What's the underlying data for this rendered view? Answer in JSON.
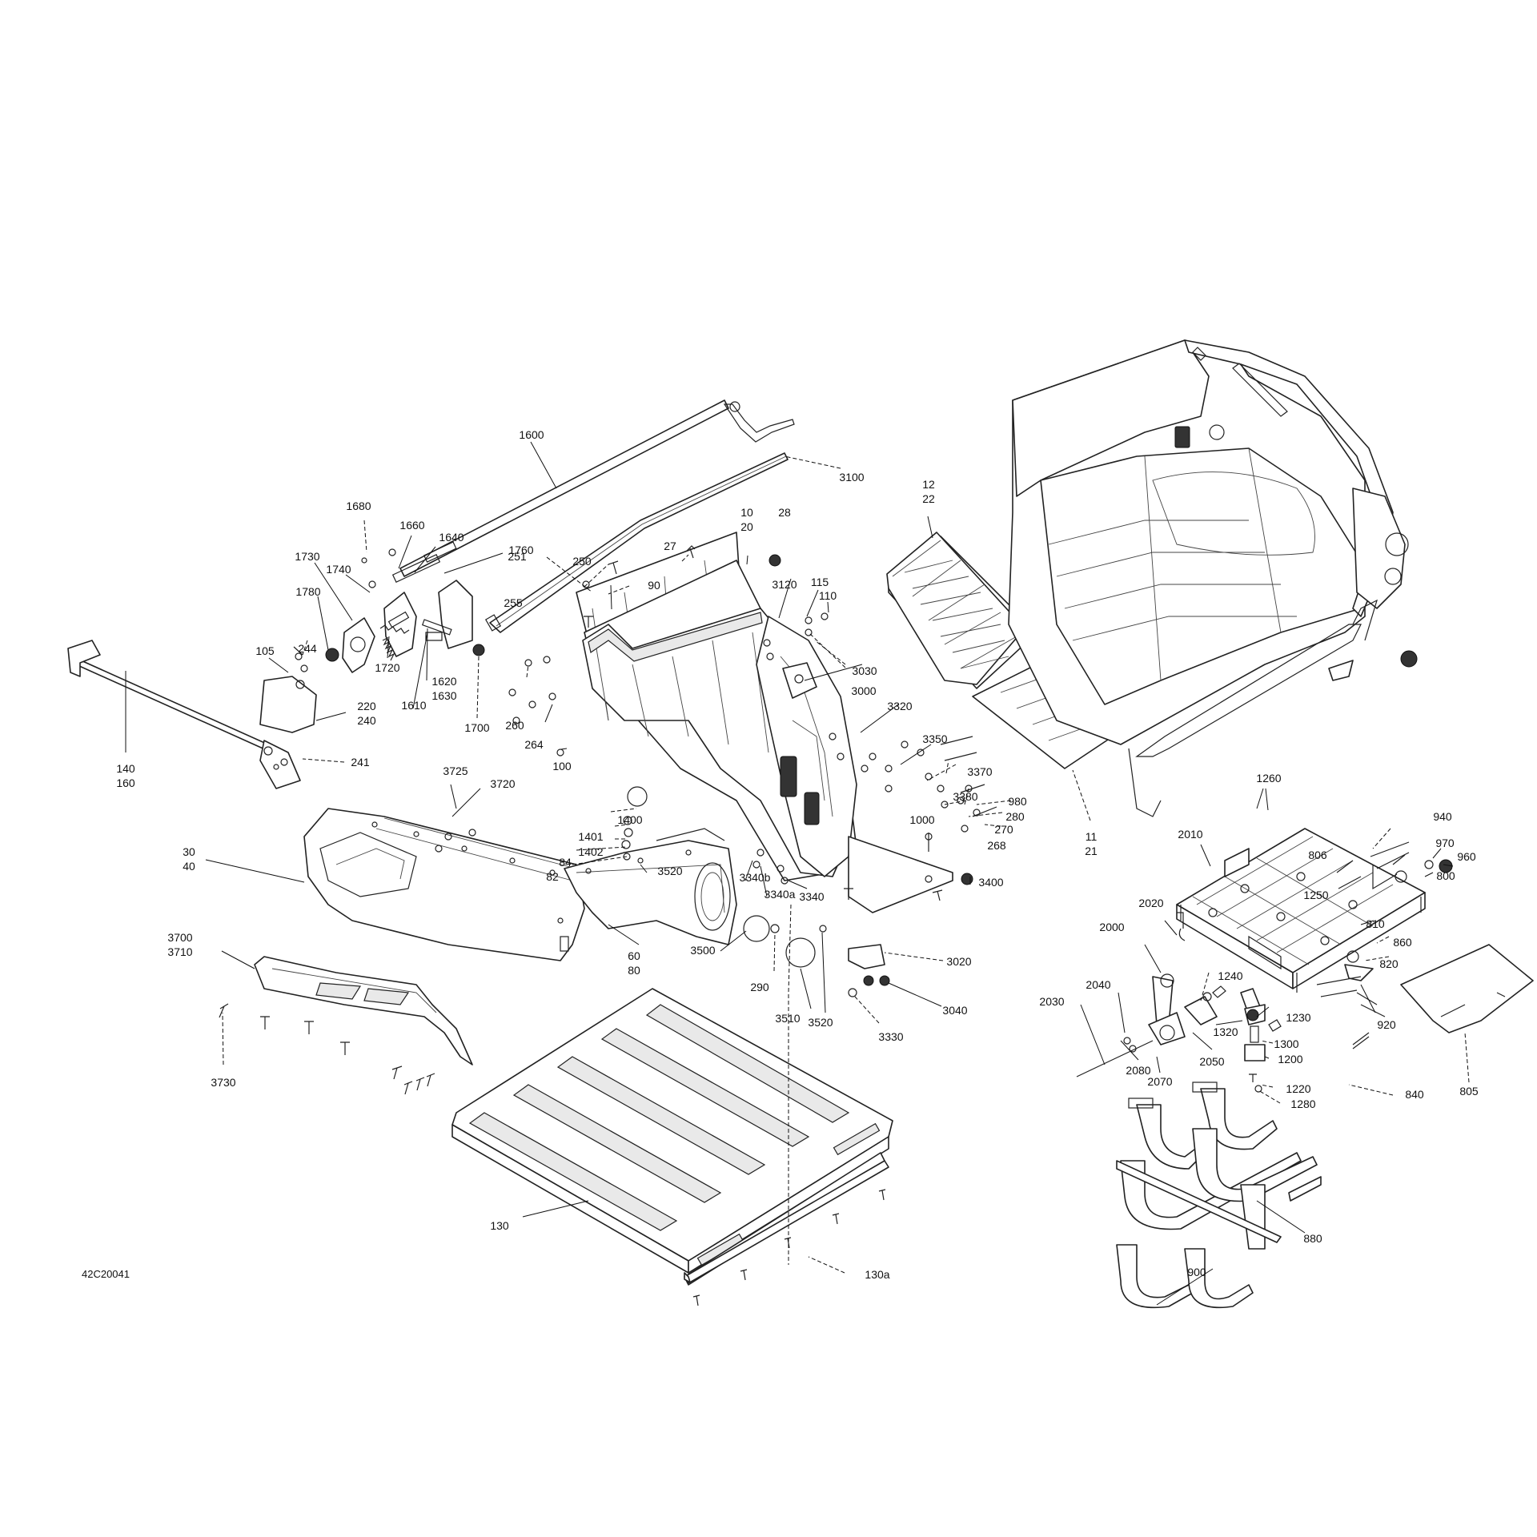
{
  "diagram": {
    "drawing_code": "42C20041",
    "callouts": [
      {
        "id": "c1600",
        "lines": [
          "1600"
        ]
      },
      {
        "id": "c3100",
        "lines": [
          "3100"
        ]
      },
      {
        "id": "c1680",
        "lines": [
          "1680"
        ]
      },
      {
        "id": "c1660",
        "lines": [
          "1660"
        ]
      },
      {
        "id": "c1640",
        "lines": [
          "1640"
        ]
      },
      {
        "id": "c1760",
        "lines": [
          "1760"
        ]
      },
      {
        "id": "c1730",
        "lines": [
          "1730"
        ]
      },
      {
        "id": "c1740",
        "lines": [
          "1740"
        ]
      },
      {
        "id": "c1780",
        "lines": [
          "1780"
        ]
      },
      {
        "id": "c105",
        "lines": [
          "105"
        ]
      },
      {
        "id": "c244",
        "lines": [
          "244"
        ]
      },
      {
        "id": "c1720",
        "lines": [
          "1720"
        ]
      },
      {
        "id": "c1620",
        "lines": [
          "1620",
          "1630"
        ]
      },
      {
        "id": "c1610",
        "lines": [
          "1610"
        ]
      },
      {
        "id": "c1700",
        "lines": [
          "1700"
        ]
      },
      {
        "id": "c220",
        "lines": [
          "220",
          "240"
        ]
      },
      {
        "id": "c241",
        "lines": [
          "241"
        ]
      },
      {
        "id": "c140",
        "lines": [
          "140",
          "160"
        ]
      },
      {
        "id": "c10",
        "lines": [
          "10",
          "20"
        ]
      },
      {
        "id": "c28",
        "lines": [
          "28"
        ]
      },
      {
        "id": "c27",
        "lines": [
          "27"
        ]
      },
      {
        "id": "c250",
        "lines": [
          "250"
        ]
      },
      {
        "id": "c90",
        "lines": [
          "90"
        ]
      },
      {
        "id": "c3120",
        "lines": [
          "3120"
        ]
      },
      {
        "id": "c115",
        "lines": [
          "115"
        ]
      },
      {
        "id": "c110",
        "lines": [
          "110"
        ]
      },
      {
        "id": "c251",
        "lines": [
          "251"
        ]
      },
      {
        "id": "c255",
        "lines": [
          "255"
        ]
      },
      {
        "id": "c260",
        "lines": [
          "260"
        ]
      },
      {
        "id": "c264",
        "lines": [
          "264"
        ]
      },
      {
        "id": "c100",
        "lines": [
          "100"
        ]
      },
      {
        "id": "c3030",
        "lines": [
          "3030"
        ]
      },
      {
        "id": "c3000",
        "lines": [
          "3000"
        ]
      },
      {
        "id": "c3320",
        "lines": [
          "3320"
        ]
      },
      {
        "id": "c3350",
        "lines": [
          "3350"
        ]
      },
      {
        "id": "c3370",
        "lines": [
          "3370"
        ]
      },
      {
        "id": "c3380",
        "lines": [
          "3380"
        ]
      },
      {
        "id": "c980",
        "lines": [
          "980"
        ]
      },
      {
        "id": "c1000",
        "lines": [
          "1000"
        ]
      },
      {
        "id": "c280",
        "lines": [
          "280"
        ]
      },
      {
        "id": "c270",
        "lines": [
          "270"
        ]
      },
      {
        "id": "c268",
        "lines": [
          "268"
        ]
      },
      {
        "id": "c12",
        "lines": [
          "12",
          "22"
        ]
      },
      {
        "id": "c11",
        "lines": [
          "11",
          "21"
        ]
      },
      {
        "id": "c3725",
        "lines": [
          "3725"
        ]
      },
      {
        "id": "c3720",
        "lines": [
          "3720"
        ]
      },
      {
        "id": "c1400",
        "lines": [
          "1400"
        ]
      },
      {
        "id": "c1401",
        "lines": [
          "1401"
        ]
      },
      {
        "id": "c1402",
        "lines": [
          "1402"
        ]
      },
      {
        "id": "c84",
        "lines": [
          "84"
        ]
      },
      {
        "id": "c82",
        "lines": [
          "82"
        ]
      },
      {
        "id": "c3520a",
        "lines": [
          "3520"
        ]
      },
      {
        "id": "c30",
        "lines": [
          "30",
          "40"
        ]
      },
      {
        "id": "c3340b",
        "lines": [
          "3340b"
        ]
      },
      {
        "id": "c3340a",
        "lines": [
          "3340a"
        ]
      },
      {
        "id": "c3340",
        "lines": [
          "3340"
        ]
      },
      {
        "id": "c3400",
        "lines": [
          "3400"
        ]
      },
      {
        "id": "c3700",
        "lines": [
          "3700",
          "3710"
        ]
      },
      {
        "id": "c60",
        "lines": [
          "60",
          "80"
        ]
      },
      {
        "id": "c3500",
        "lines": [
          "3500"
        ]
      },
      {
        "id": "c290",
        "lines": [
          "290"
        ]
      },
      {
        "id": "c3510",
        "lines": [
          "3510"
        ]
      },
      {
        "id": "c3520b",
        "lines": [
          "3520"
        ]
      },
      {
        "id": "c3020",
        "lines": [
          "3020"
        ]
      },
      {
        "id": "c3040",
        "lines": [
          "3040"
        ]
      },
      {
        "id": "c3330",
        "lines": [
          "3330"
        ]
      },
      {
        "id": "c3730",
        "lines": [
          "3730"
        ]
      },
      {
        "id": "c130",
        "lines": [
          "130"
        ]
      },
      {
        "id": "c130a",
        "lines": [
          "130a"
        ]
      },
      {
        "id": "c1260",
        "lines": [
          "1260"
        ]
      },
      {
        "id": "c940",
        "lines": [
          "940"
        ]
      },
      {
        "id": "c2010",
        "lines": [
          "2010"
        ]
      },
      {
        "id": "c806",
        "lines": [
          "806"
        ]
      },
      {
        "id": "c970",
        "lines": [
          "970"
        ]
      },
      {
        "id": "c960",
        "lines": [
          "960"
        ]
      },
      {
        "id": "c800",
        "lines": [
          "800"
        ]
      },
      {
        "id": "c1250",
        "lines": [
          "1250"
        ]
      },
      {
        "id": "c2020",
        "lines": [
          "2020"
        ]
      },
      {
        "id": "c2000",
        "lines": [
          "2000"
        ]
      },
      {
        "id": "c810",
        "lines": [
          "810"
        ]
      },
      {
        "id": "c860",
        "lines": [
          "860"
        ]
      },
      {
        "id": "c820",
        "lines": [
          "820"
        ]
      },
      {
        "id": "c1240",
        "lines": [
          "1240"
        ]
      },
      {
        "id": "c2040",
        "lines": [
          "2040"
        ]
      },
      {
        "id": "c2030",
        "lines": [
          "2030"
        ]
      },
      {
        "id": "c1230",
        "lines": [
          "1230"
        ]
      },
      {
        "id": "c920",
        "lines": [
          "920"
        ]
      },
      {
        "id": "c1320",
        "lines": [
          "1320"
        ]
      },
      {
        "id": "c1300",
        "lines": [
          "1300"
        ]
      },
      {
        "id": "c2080",
        "lines": [
          "2080"
        ]
      },
      {
        "id": "c2050",
        "lines": [
          "2050"
        ]
      },
      {
        "id": "c1200",
        "lines": [
          "1200"
        ]
      },
      {
        "id": "c2070",
        "lines": [
          "2070"
        ]
      },
      {
        "id": "c1220",
        "lines": [
          "1220"
        ]
      },
      {
        "id": "c1280",
        "lines": [
          "1280"
        ]
      },
      {
        "id": "c840",
        "lines": [
          "840"
        ]
      },
      {
        "id": "c805",
        "lines": [
          "805"
        ]
      },
      {
        "id": "c880",
        "lines": [
          "880"
        ]
      },
      {
        "id": "c900",
        "lines": [
          "900"
        ]
      }
    ]
  }
}
